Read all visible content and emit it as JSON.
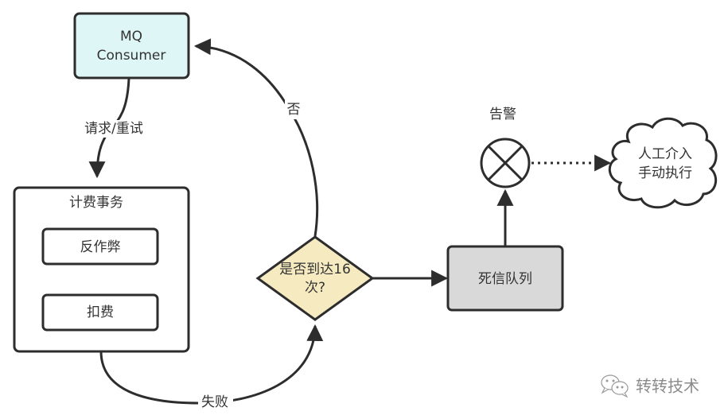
{
  "nodes": {
    "mq_consumer": {
      "line1": "MQ",
      "line2": "Consumer",
      "fill": "#dff6f6"
    },
    "billing_transaction": {
      "title": "计费事务"
    },
    "anti_fraud": {
      "label": "反作弊"
    },
    "deduct_fee": {
      "label": "扣费"
    },
    "decision": {
      "line1": "是否到达16",
      "line2": "次?",
      "fill": "#f6ebc0"
    },
    "dead_letter_queue": {
      "label": "死信队列",
      "fill": "#d9d9d9"
    },
    "alert": {
      "label": "告警"
    },
    "manual": {
      "line1": "人工介入",
      "line2": "手动执行"
    }
  },
  "edges": {
    "request_retry": {
      "label": "请求/重试"
    },
    "failed": {
      "label": "失败"
    },
    "no": {
      "label": "否"
    }
  },
  "watermark": {
    "text": "转转技术"
  },
  "colors": {
    "stroke": "#2d2d2d",
    "text": "#333333"
  }
}
